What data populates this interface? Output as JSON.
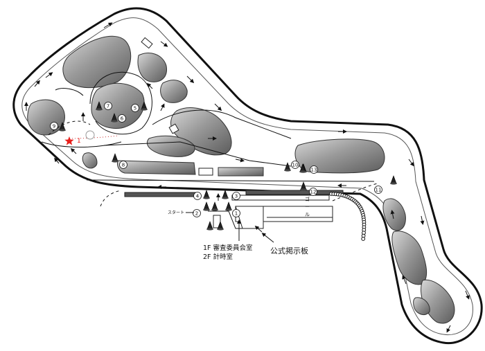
{
  "labels": {
    "start": "スタート",
    "goal_chars": [
      "ゴ",
      "ー",
      "ル"
    ],
    "building_line1": "1F 審査委員会室",
    "building_line2": "2F 計時室",
    "scoreboard": "公式掲示板",
    "star_marker": "1"
  },
  "pylons": [
    {
      "number": "1"
    },
    {
      "number": "2"
    },
    {
      "number": "3"
    },
    {
      "number": "4"
    },
    {
      "number": "5"
    },
    {
      "number": "6"
    },
    {
      "number": "7"
    },
    {
      "number": "8"
    },
    {
      "number": "9"
    },
    {
      "number": "10"
    },
    {
      "number": "11"
    },
    {
      "number": "12"
    },
    {
      "number": "13"
    }
  ],
  "colors": {
    "track": "#ffffff",
    "outline": "#111111",
    "island": "#8a8a8a",
    "star": "#e8201c"
  }
}
